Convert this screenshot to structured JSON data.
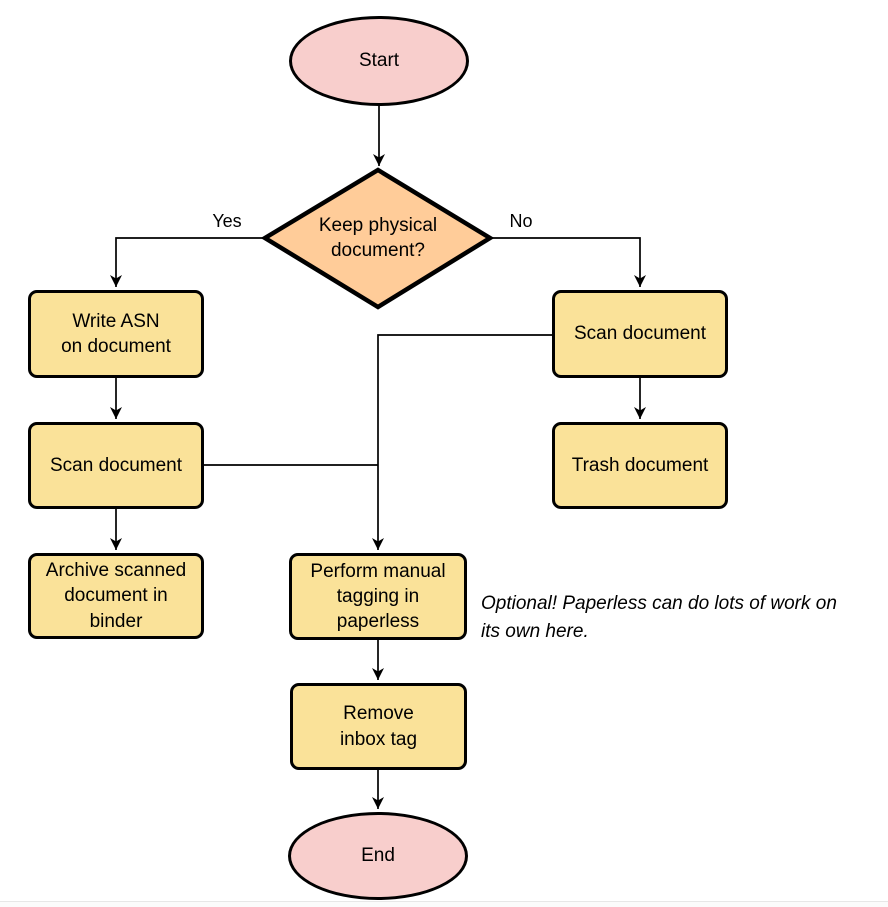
{
  "colors": {
    "process_fill": "#fae299",
    "decision_fill": "#ffcc99",
    "terminal_fill": "#f8cecc",
    "stroke": "#000000"
  },
  "nodes": {
    "start": {
      "label": "Start"
    },
    "decision": {
      "label": [
        "Keep physical",
        "document?"
      ]
    },
    "write_asn": {
      "label": [
        "Write ASN",
        "on document"
      ]
    },
    "scan_left": {
      "label": "Scan document"
    },
    "archive": {
      "label": [
        "Archive scanned",
        "document in",
        "binder"
      ]
    },
    "scan_right": {
      "label": "Scan document"
    },
    "trash": {
      "label": "Trash document"
    },
    "tagging": {
      "label": [
        "Perform manual",
        "tagging in",
        "paperless"
      ]
    },
    "remove_inbox": {
      "label": [
        "Remove",
        "inbox tag"
      ]
    },
    "end": {
      "label": "End"
    }
  },
  "edge_labels": {
    "yes": "Yes",
    "no": "No"
  },
  "annotation": {
    "text": [
      "Optional! Paperless can do lots of work on",
      "its own here."
    ]
  }
}
